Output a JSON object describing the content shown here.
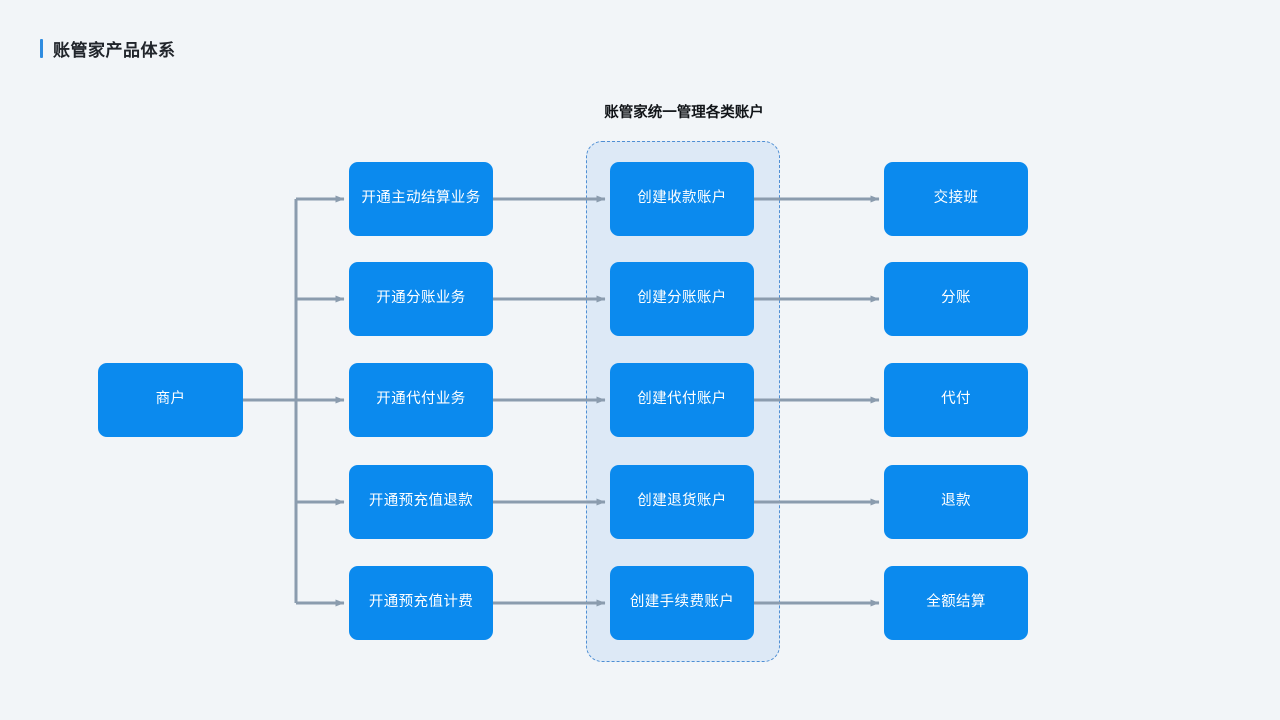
{
  "header": {
    "title": "账管家产品体系",
    "accent_color": "#2f8ce0"
  },
  "diagram": {
    "subtitle": "账管家统一管理各类账户",
    "node_color": "#0b8aee",
    "node_text_color": "#ffffff",
    "connector_color": "#8b9cae",
    "group_fill_color": "#dde9f6",
    "group_border_color": "#4f8fd4",
    "background_color": "#f2f5f8",
    "root": {
      "label": "商户"
    },
    "stage_a": [
      {
        "label": "开通主动结算业务"
      },
      {
        "label": "开通分账业务"
      },
      {
        "label": "开通代付业务"
      },
      {
        "label": "开通预充值退款"
      },
      {
        "label": "开通预充值计费"
      }
    ],
    "stage_b": [
      {
        "label": "创建收款账户"
      },
      {
        "label": "创建分账账户"
      },
      {
        "label": "创建代付账户"
      },
      {
        "label": "创建退货账户"
      },
      {
        "label": "创建手续费账户"
      }
    ],
    "stage_c": [
      {
        "label": "交接班"
      },
      {
        "label": "分账"
      },
      {
        "label": "代付"
      },
      {
        "label": "退款"
      },
      {
        "label": "全额结算"
      }
    ]
  }
}
